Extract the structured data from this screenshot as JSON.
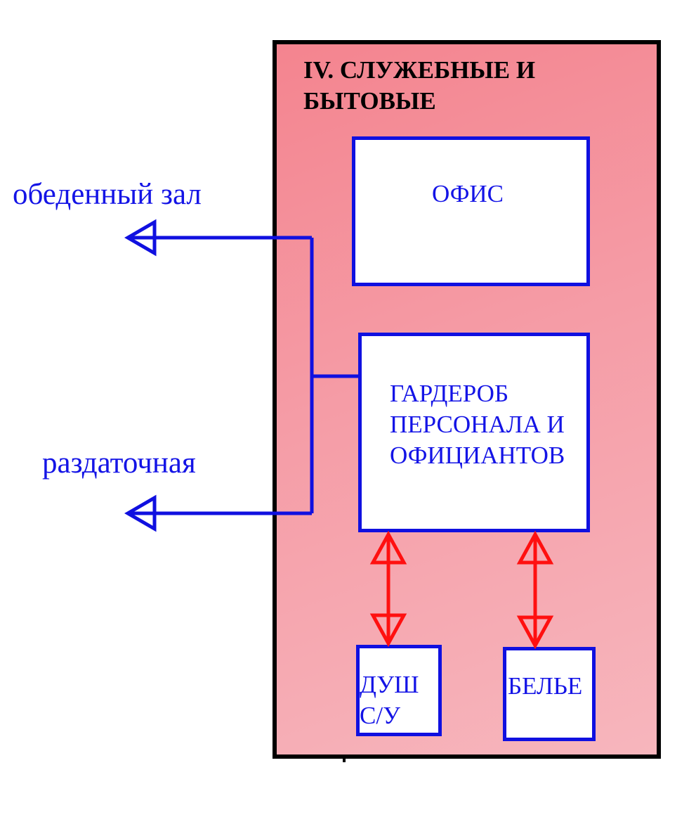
{
  "diagram": {
    "zone": {
      "title": "IV. СЛУЖЕБНЫЕ И\nБЫТОВЫЕ",
      "colors": {
        "fill": "#f59ca6",
        "border": "#000000"
      }
    },
    "rooms": {
      "office": "ОФИС",
      "wardrobe": "ГАРДЕРОБ\nПЕРСОНАЛА И\nОФИЦИАНТОВ",
      "shower": "ДУШ\nС/У",
      "linen": "БЕЛЬЕ"
    },
    "external": {
      "dining_hall": "обеденный зал",
      "distribution": "раздаточная"
    },
    "colors": {
      "room_border": "#1010e0",
      "external_link": "#1010e0",
      "internal_link": "#ff1010"
    }
  }
}
